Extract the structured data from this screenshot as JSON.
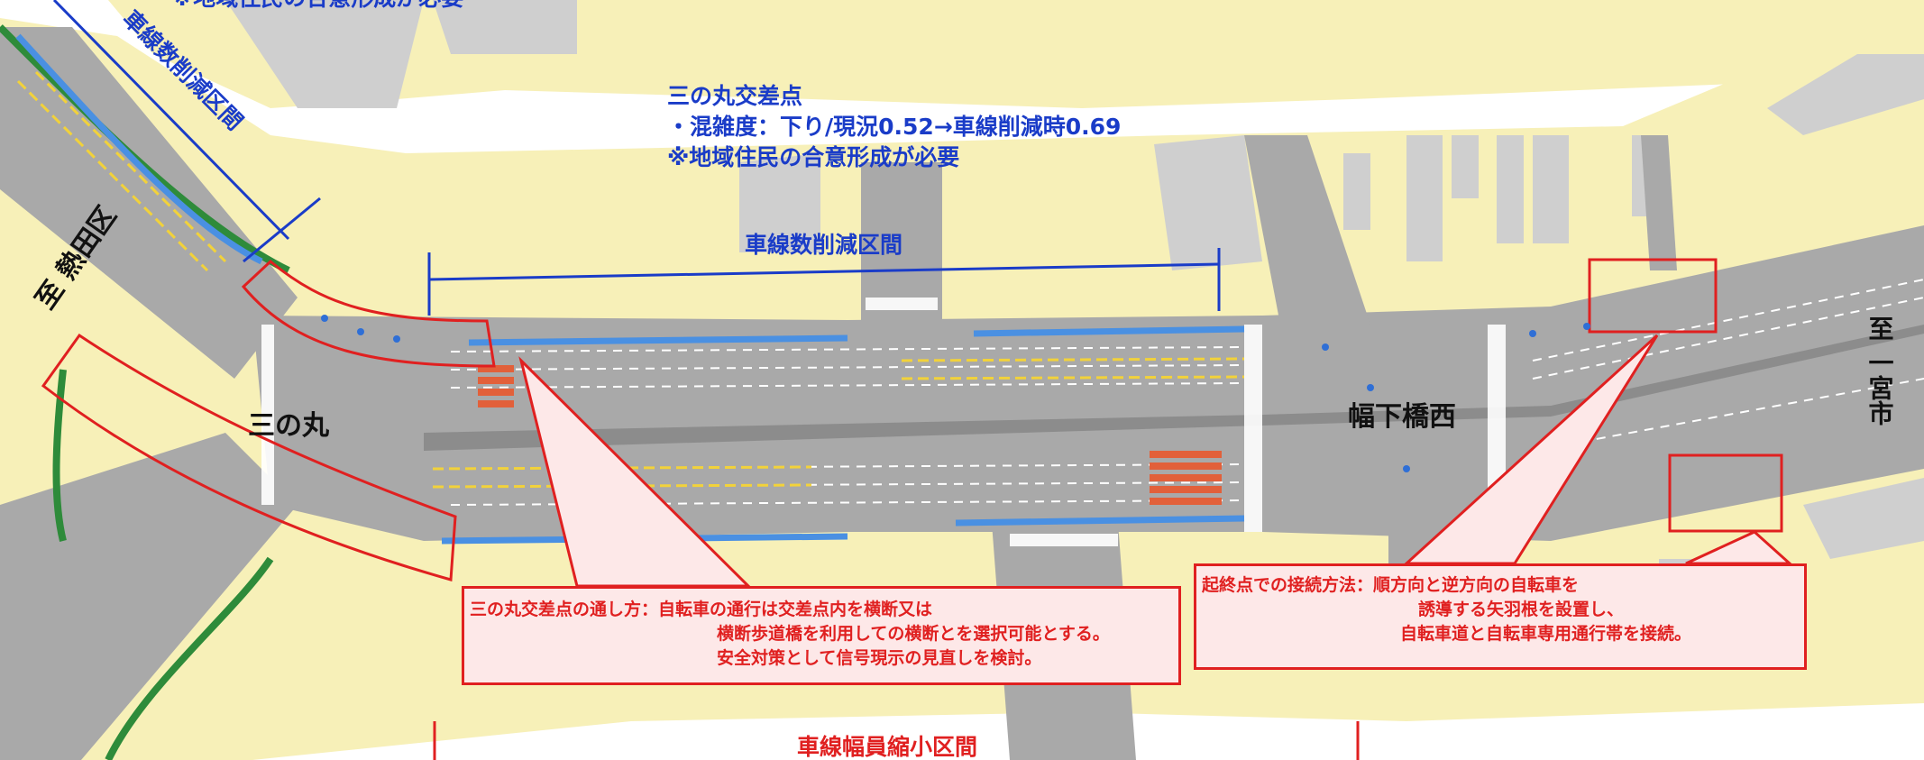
{
  "title_notes": {
    "heading": "三の丸交差点",
    "congestion": "・混雑度：下り/現況0.52→車線削減時0.69",
    "consensus": "※地域住民の合意形成が必要",
    "top_left_cut": "※地域住民の合意形成が必要"
  },
  "section_labels": {
    "lane_reduction_top": "車線数削減区間",
    "lane_reduction_diag": "車線数削減区間",
    "lane_width_reduction": "車線幅員縮小区間"
  },
  "place_labels": {
    "sannomaru": "三の丸",
    "habashitabashi_nishi": "幅下橋西",
    "to_atsuta": "至 熱田区",
    "to_ichinomiya": "至 一宮市"
  },
  "callout_sannomaru": {
    "head": "三の丸交差点の通し方：",
    "line1": "自転車の通行は交差点内を横断又は",
    "line2": "横断歩道橋を利用しての横断とを選択可能とする。",
    "line3": "安全対策として信号現示の見直しを検討。"
  },
  "callout_endpoint": {
    "head": "起終点での接続方法：",
    "line1": "順方向と逆方向の自転車を",
    "line2": "誘導する矢羽根を設置し、",
    "line3": "自転車道と自転車専用通行帯を接続。"
  },
  "colors": {
    "land": "#f7f0b8",
    "road": "#a9a9a9",
    "building": "#c8c8c8",
    "green": "#2e8b3a",
    "bike_lane": "#4a90e2",
    "highlight_red": "#e02020",
    "label_blue": "#1a3cc8"
  }
}
